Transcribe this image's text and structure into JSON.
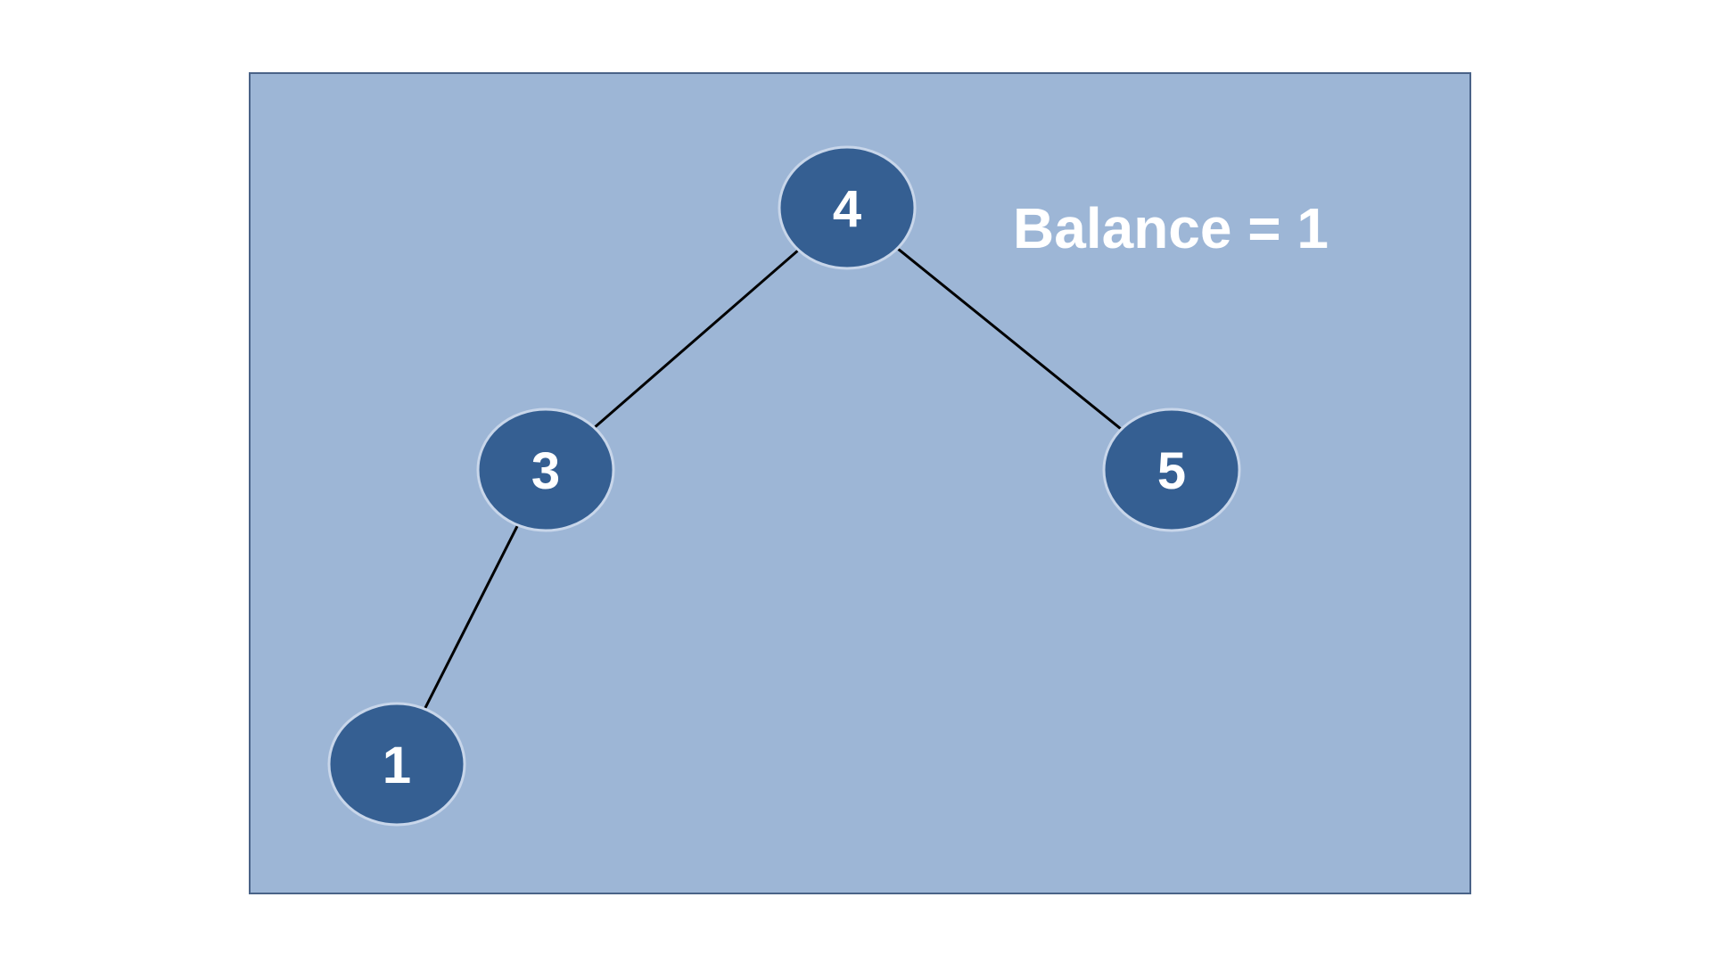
{
  "diagram": {
    "caption": "Balance = 1",
    "colors": {
      "background": "#ffffff",
      "panel_fill": "#9db6d6",
      "panel_border": "#4a6388",
      "node_fill": "#355f92",
      "node_stroke": "#c8d6ea",
      "edge": "#000000",
      "text": "#ffffff"
    },
    "nodes": [
      {
        "id": "n4",
        "label": "4"
      },
      {
        "id": "n3",
        "label": "3"
      },
      {
        "id": "n5",
        "label": "5"
      },
      {
        "id": "n1",
        "label": "1"
      }
    ],
    "edges": [
      {
        "from": "n4",
        "to": "n3"
      },
      {
        "from": "n4",
        "to": "n5"
      },
      {
        "from": "n3",
        "to": "n1"
      }
    ]
  }
}
